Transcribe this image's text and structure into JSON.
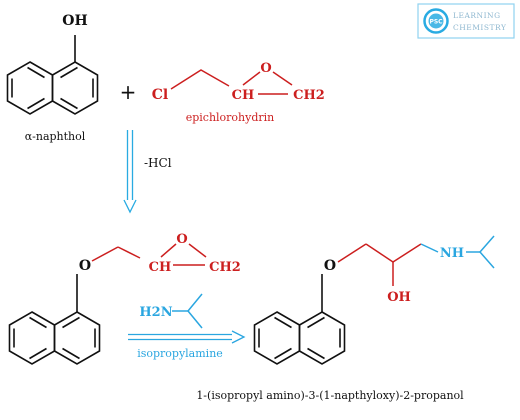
{
  "logo": {
    "badge": "PSC",
    "line1": "Learning",
    "line2": "Chemistry"
  },
  "reactant1": {
    "oh": "OH",
    "name": "α-naphthol"
  },
  "plus": "+",
  "reactant2": {
    "cl": "Cl",
    "ch": "CH",
    "ch2": "CH2",
    "o": "O",
    "name": "epichlorohydrin"
  },
  "step1": {
    "byproduct": "-HCl"
  },
  "intermediate": {
    "o_ether": "O",
    "o_epoxide": "O",
    "ch": "CH",
    "ch2": "CH2"
  },
  "step2": {
    "amine": "H2N",
    "reagent": "isopropylamine"
  },
  "product": {
    "o_ether": "O",
    "nh": "NH",
    "oh": "OH",
    "name": "1-(isopropyl amino)-3-(1-napthyloxy)-2-propanol"
  },
  "colors": {
    "black": "#111111",
    "red": "#cc1f1f",
    "blue": "#2aa6e0"
  }
}
